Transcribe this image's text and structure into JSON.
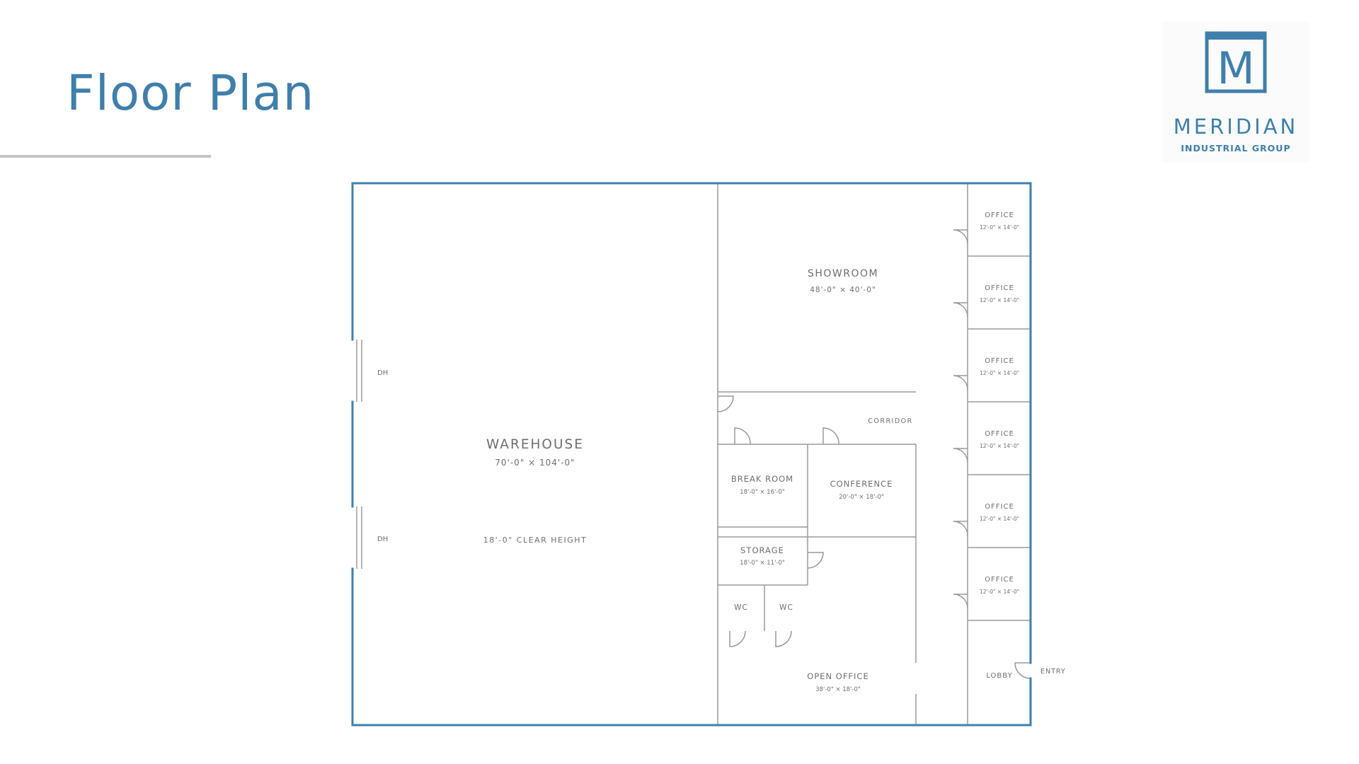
{
  "header": {
    "title": "Floor Plan"
  },
  "logo": {
    "mark_letter": "M",
    "name": "MERIDIAN",
    "subtitle": "INDUSTRIAL GROUP",
    "brand_color": "#3f7fab"
  },
  "plan": {
    "warehouse": {
      "name": "WAREHOUSE",
      "dims": "70'-0\" × 104'-0\"",
      "note": "18'-0\" CLEAR HEIGHT"
    },
    "dock_doors": [
      "DH",
      "DH"
    ],
    "showroom": {
      "name": "SHOWROOM",
      "dims": "48'-0\" × 40'-0\""
    },
    "corridor": "CORRIDOR",
    "break_room": {
      "name": "BREAK ROOM",
      "dims": "18'-0\" × 16'-0\""
    },
    "conference": {
      "name": "CONFERENCE",
      "dims": "20'-0\" × 18'-0\""
    },
    "storage": {
      "name": "STORAGE",
      "dims": "18'-0\" × 11'-0\""
    },
    "restrooms": [
      "WC",
      "WC"
    ],
    "open_office": {
      "name": "OPEN OFFICE",
      "dims": "38'-0\" × 18'-0\""
    },
    "offices": [
      {
        "name": "OFFICE",
        "dims": "12'-0\" × 14'-0\""
      },
      {
        "name": "OFFICE",
        "dims": "12'-0\" × 14'-0\""
      },
      {
        "name": "OFFICE",
        "dims": "12'-0\" × 14'-0\""
      },
      {
        "name": "OFFICE",
        "dims": "12'-0\" × 14'-0\""
      },
      {
        "name": "OFFICE",
        "dims": "12'-0\" × 14'-0\""
      },
      {
        "name": "OFFICE",
        "dims": "12'-0\" × 14'-0\""
      }
    ],
    "lobby": "LOBBY",
    "entry": "ENTRY",
    "outline_color": "#3f7fab",
    "wall_color": "#9a9a9a"
  }
}
